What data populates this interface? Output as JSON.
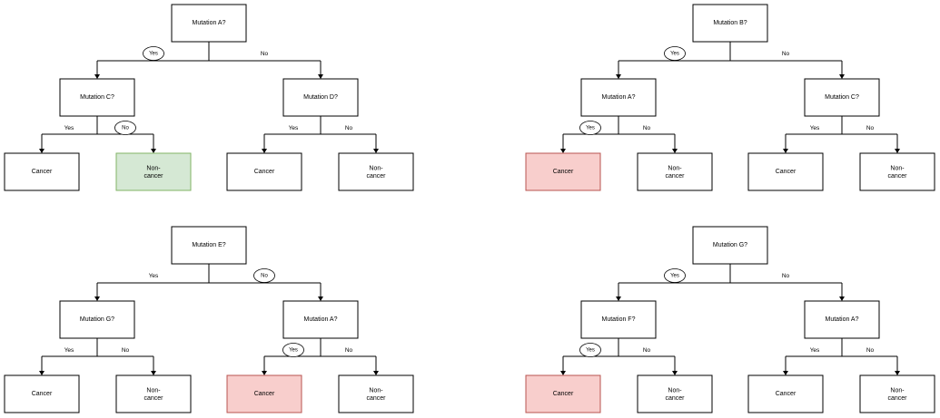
{
  "page": {
    "background": "#ffffff"
  },
  "colors": {
    "node_fill": "#ffffff",
    "node_stroke": "#000000",
    "edge_line": "#000000",
    "text": "#000000",
    "edge_label_circle_fill": "#ffffff",
    "highlights": {
      "green": {
        "fill": "#d5e8d4",
        "stroke": "#82b366"
      },
      "red": {
        "fill": "#f8cecc",
        "stroke": "#b85450"
      }
    }
  },
  "trees": [
    {
      "name": "tree-mutation-a",
      "root": "Mutation A?",
      "level1": {
        "left": "Yes",
        "right": "No",
        "circled": "left"
      },
      "children": [
        {
          "label": "Mutation C?",
          "left": "Yes",
          "right": "No",
          "circled": "right",
          "leaves": [
            {
              "label": "Cancer",
              "highlight": "none"
            },
            {
              "label": "Non-\ncancer",
              "highlight": "green"
            }
          ]
        },
        {
          "label": "Mutation D?",
          "left": "Yes",
          "right": "No",
          "circled": "none",
          "leaves": [
            {
              "label": "Cancer",
              "highlight": "none"
            },
            {
              "label": "Non-\ncancer",
              "highlight": "none"
            }
          ]
        }
      ]
    },
    {
      "name": "tree-mutation-b",
      "root": "Mutation B?",
      "level1": {
        "left": "Yes",
        "right": "No",
        "circled": "left"
      },
      "children": [
        {
          "label": "Mutation A?",
          "left": "Yes",
          "right": "No",
          "circled": "left",
          "leaves": [
            {
              "label": "Cancer",
              "highlight": "red"
            },
            {
              "label": "Non-\ncancer",
              "highlight": "none"
            }
          ]
        },
        {
          "label": "Mutation C?",
          "left": "Yes",
          "right": "No",
          "circled": "none",
          "leaves": [
            {
              "label": "Cancer",
              "highlight": "none"
            },
            {
              "label": "Non-\ncancer",
              "highlight": "none"
            }
          ]
        }
      ]
    },
    {
      "name": "tree-mutation-e",
      "root": "Mutation E?",
      "level1": {
        "left": "Yes",
        "right": "No",
        "circled": "right"
      },
      "children": [
        {
          "label": "Mutation G?",
          "left": "Yes",
          "right": "No",
          "circled": "none",
          "leaves": [
            {
              "label": "Cancer",
              "highlight": "none"
            },
            {
              "label": "Non-\ncancer",
              "highlight": "none"
            }
          ]
        },
        {
          "label": "Mutation A?",
          "left": "Yes",
          "right": "No",
          "circled": "left",
          "leaves": [
            {
              "label": "Cancer",
              "highlight": "red"
            },
            {
              "label": "Non-\ncancer",
              "highlight": "none"
            }
          ]
        }
      ]
    },
    {
      "name": "tree-mutation-g",
      "root": "Mutation G?",
      "level1": {
        "left": "Yes",
        "right": "No",
        "circled": "left"
      },
      "children": [
        {
          "label": "Mutation F?",
          "left": "Yes",
          "right": "No",
          "circled": "left",
          "leaves": [
            {
              "label": "Cancer",
              "highlight": "red"
            },
            {
              "label": "Non-\ncancer",
              "highlight": "none"
            }
          ]
        },
        {
          "label": "Mutation A?",
          "left": "Yes",
          "right": "No",
          "circled": "none",
          "leaves": [
            {
              "label": "Cancer",
              "highlight": "none"
            },
            {
              "label": "Non-\ncancer",
              "highlight": "none"
            }
          ]
        }
      ]
    }
  ]
}
